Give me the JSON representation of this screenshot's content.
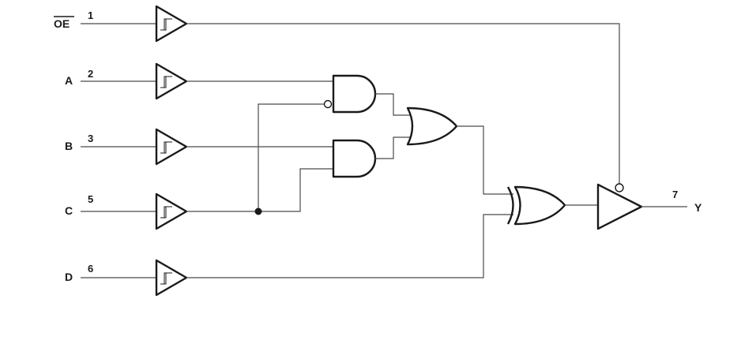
{
  "inputs": [
    {
      "label": "OE",
      "pin": "1",
      "inverted": true
    },
    {
      "label": "A",
      "pin": "2",
      "inverted": false
    },
    {
      "label": "B",
      "pin": "3",
      "inverted": false
    },
    {
      "label": "C",
      "pin": "5",
      "inverted": false
    },
    {
      "label": "D",
      "pin": "6",
      "inverted": false
    }
  ],
  "output": {
    "label": "Y",
    "pin": "7"
  },
  "gates": {
    "input_buffers": "schmitt-trigger-buffer",
    "and_gates": 2,
    "or_gates": 1,
    "xor_gates": 1,
    "output_buffer": "tri-state-buffer-active-low-enable"
  }
}
